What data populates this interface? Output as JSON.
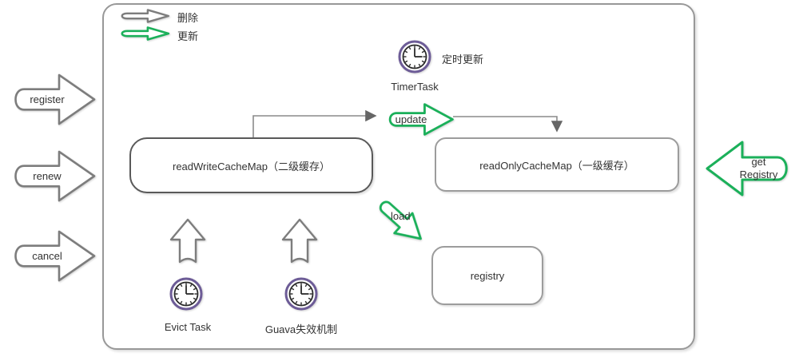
{
  "colors": {
    "green": "#1bb05a",
    "gray_arrow": "#7d7d7d",
    "purple_clock_ring": "#6d5c97",
    "dark_box_border": "#595959",
    "light_box_border": "#9c9c9c"
  },
  "legend": {
    "delete_label": "删除",
    "update_label": "更新"
  },
  "client_actions": {
    "register": "register",
    "renew": "renew",
    "cancel": "cancel"
  },
  "fetch_action": {
    "label": "get\nRegistry"
  },
  "timer": {
    "title": "TimerTask",
    "note": "定时更新"
  },
  "flows": {
    "update": "update",
    "load": "load"
  },
  "caches": {
    "read_write": "readWriteCacheMap（二级缓存）",
    "read_only": "readOnlyCacheMap（一级缓存）",
    "registry": "registry"
  },
  "tasks": {
    "evict": "Evict Task",
    "guava": "Guava失效机制"
  }
}
